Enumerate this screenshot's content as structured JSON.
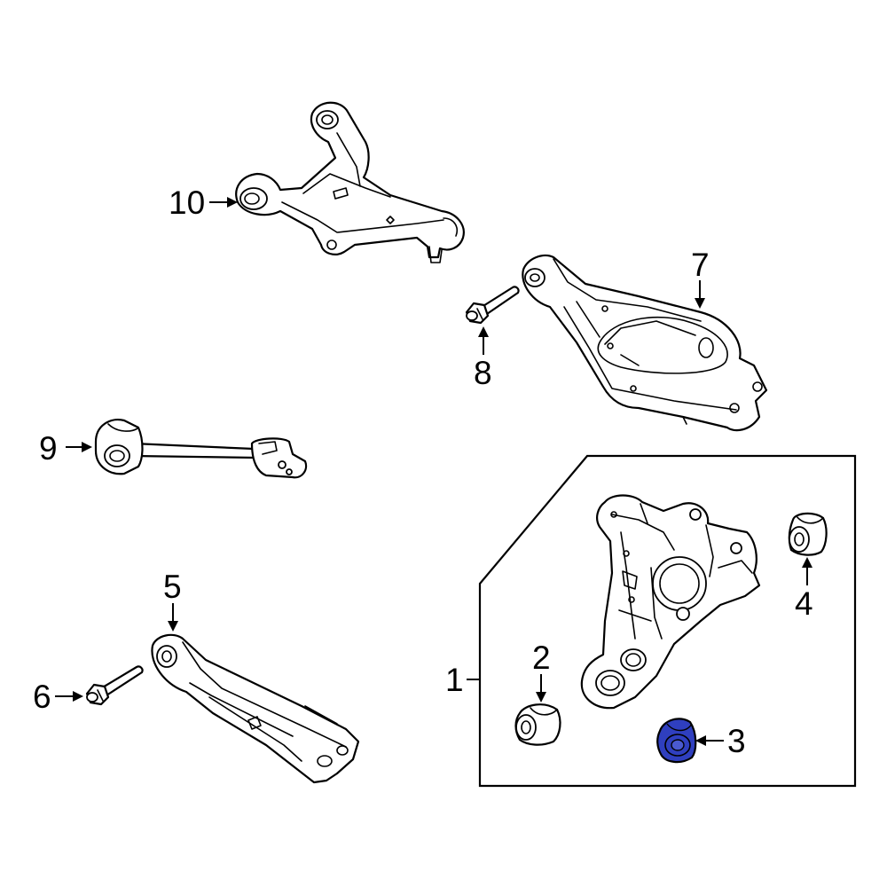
{
  "diagram": {
    "callouts": [
      {
        "id": "1",
        "label": "1"
      },
      {
        "id": "2",
        "label": "2"
      },
      {
        "id": "3",
        "label": "3"
      },
      {
        "id": "4",
        "label": "4"
      },
      {
        "id": "5",
        "label": "5"
      },
      {
        "id": "6",
        "label": "6"
      },
      {
        "id": "7",
        "label": "7"
      },
      {
        "id": "8",
        "label": "8"
      },
      {
        "id": "9",
        "label": "9"
      },
      {
        "id": "10",
        "label": "10"
      }
    ],
    "highlight_color": "#2f3fbf",
    "line_color": "#000000",
    "background_color": "#ffffff"
  }
}
